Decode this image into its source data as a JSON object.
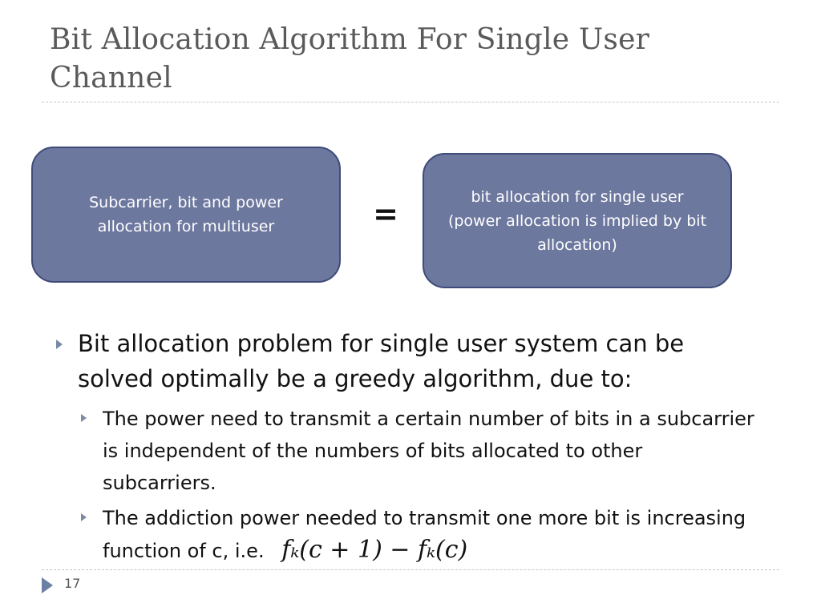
{
  "slide": {
    "title": "Bit Allocation Algorithm For Single User Channel",
    "page_number": "17"
  },
  "diagram": {
    "left_box": "Subcarrier, bit and power allocation for multiuser",
    "equals": "=",
    "right_box": "bit allocation for single user (power allocation is implied by bit allocation)"
  },
  "bullets": {
    "main": "Bit allocation problem for single user system can be solved optimally be a greedy algorithm, due to:",
    "sub1": "The power need to transmit a certain number of bits in a subcarrier is independent of the numbers of bits allocated to other subcarriers.",
    "sub2": "The addiction power needed to transmit one more bit is increasing function of c, i.e.",
    "formula": "fₖ(c + 1) − fₖ(c)"
  },
  "icons": {
    "bullet": "triangle-right-icon",
    "page_marker": "triangle-right-icon"
  },
  "colors": {
    "box_fill": "#6d789f",
    "box_border": "#3f4b78",
    "title": "#5a5a5a",
    "bullet": "#7b8ba5"
  }
}
